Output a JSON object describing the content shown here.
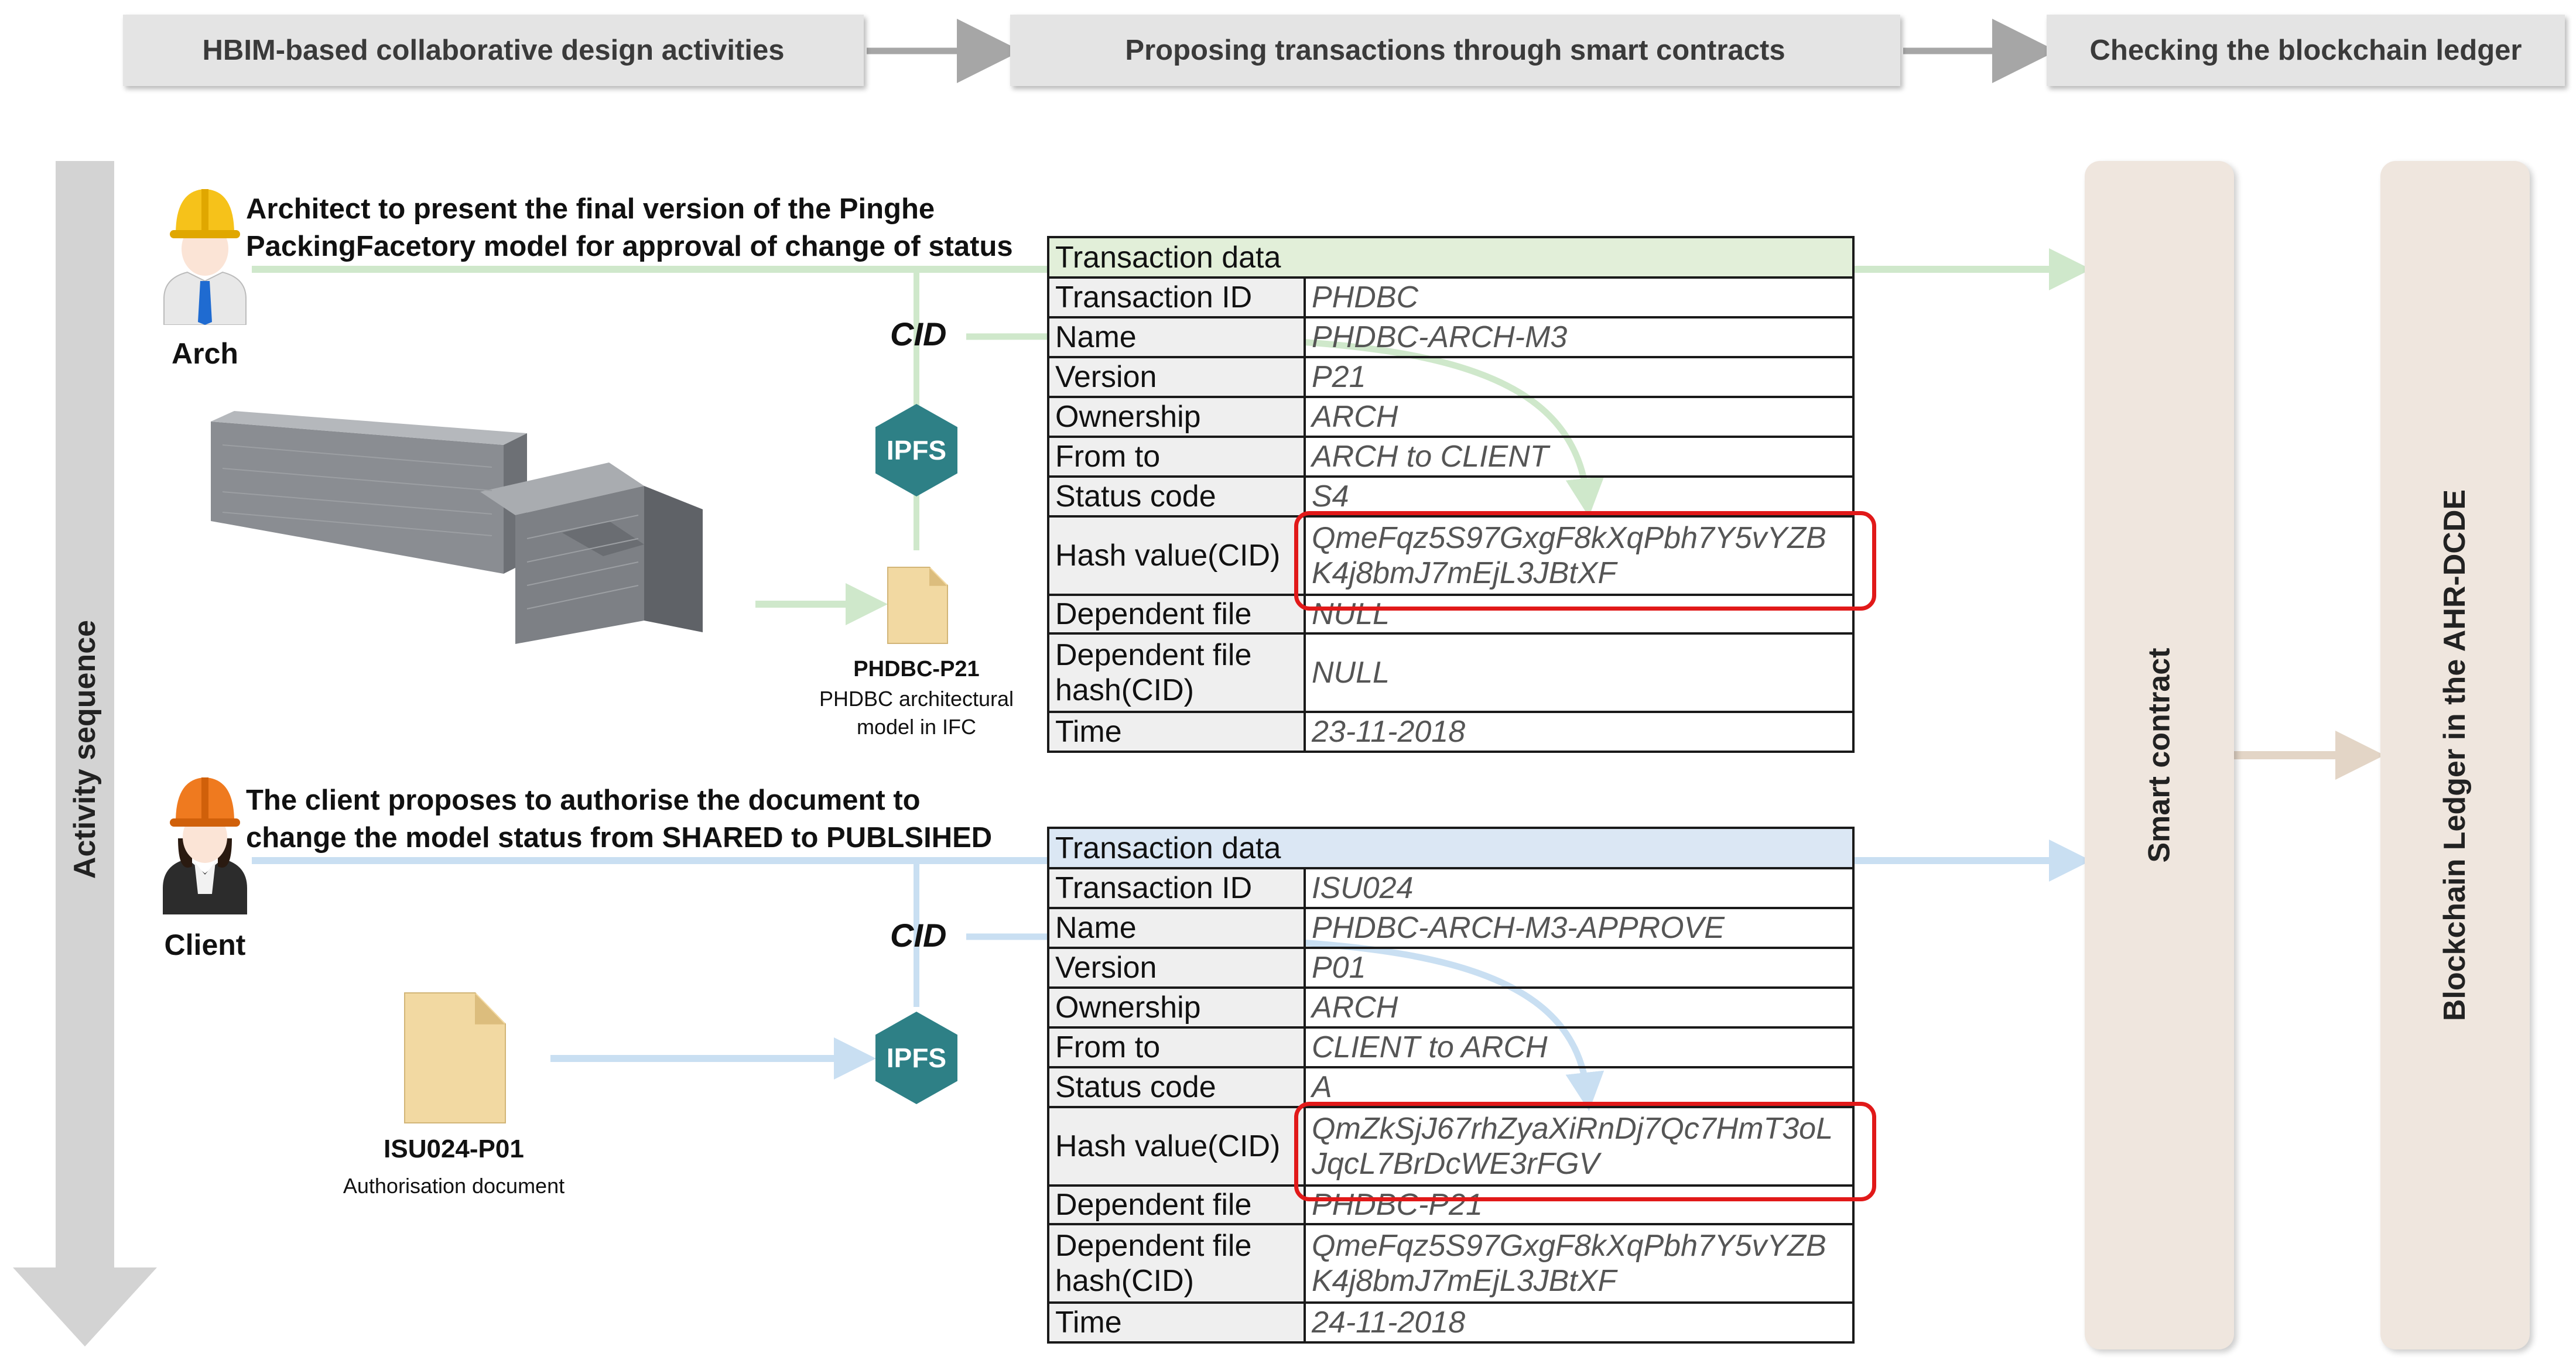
{
  "phases": [
    "HBIM-based collaborative design activities",
    "Proposing transactions through smart contracts",
    "Checking the blockchain ledger"
  ],
  "activity_sequence_label": "Activity sequence",
  "smart_contract_label": "Smart contract",
  "ledger_label": "Blockchain Ledger in the AHR-DCDE",
  "architect": {
    "name": "Arch",
    "note_line1": "Architect to present the final version of the Pinghe",
    "note_line2": "PackingFacetory model for approval of change of status",
    "cid_label": "CID",
    "ipfs_label": "IPFS",
    "file_title": "PHDBC-P21",
    "file_caption_line1": "PHDBC architectural",
    "file_caption_line2": "model in IFC"
  },
  "client": {
    "name": "Client",
    "note_line1": "The client proposes to authorise the document to",
    "note_line2": "change the model status from SHARED to PUBLSIHED",
    "cid_label": "CID",
    "ipfs_label": "IPFS",
    "file_title": "ISU024-P01",
    "file_caption": "Authorisation document"
  },
  "table1": {
    "header": "Transaction data",
    "rows": [
      {
        "key": "Transaction ID",
        "value": "PHDBC"
      },
      {
        "key": "Name",
        "value": "PHDBC-ARCH-M3"
      },
      {
        "key": "Version",
        "value": "P21"
      },
      {
        "key": "Ownership",
        "value": "ARCH"
      },
      {
        "key": "From to",
        "value": "ARCH to CLIENT"
      },
      {
        "key": "Status code",
        "value": "S4"
      },
      {
        "key": "Hash value(CID)",
        "value": "QmeFqz5S97GxgF8kXqPbh7Y5vYZBK4j8bmJ7mEjL3JBtXF"
      },
      {
        "key": "Dependent file",
        "value": "NULL"
      },
      {
        "key": "Dependent file hash(CID)",
        "value": "NULL"
      },
      {
        "key": "Time",
        "value": "23-11-2018"
      }
    ]
  },
  "table2": {
    "header": "Transaction data",
    "rows": [
      {
        "key": "Transaction ID",
        "value": "ISU024"
      },
      {
        "key": "Name",
        "value": "PHDBC-ARCH-M3-APPROVE"
      },
      {
        "key": "Version",
        "value": "P01"
      },
      {
        "key": "Ownership",
        "value": "ARCH"
      },
      {
        "key": "From to",
        "value": "CLIENT to ARCH"
      },
      {
        "key": "Status code",
        "value": "A"
      },
      {
        "key": "Hash value(CID)",
        "value": "QmZkSjJ67rhZyaXiRnDj7Qc7HmT3oLJqcL7BrDcWE3rFGV"
      },
      {
        "key": "Dependent file",
        "value": "PHDBC-P21"
      },
      {
        "key": "Dependent file hash(CID)",
        "value": "QmeFqz5S97GxgF8kXqPbh7Y5vYZBK4j8bmJ7mEjL3JBtXF"
      },
      {
        "key": "Time",
        "value": "24-11-2018"
      }
    ]
  },
  "colors": {
    "phase_bg": "#e4e4e4",
    "pillar_bg": "#efe6de",
    "green_arrow": "#cfe8cb",
    "blue_arrow": "#c9dff2",
    "ipfs": "#2e8086",
    "hash_highlight": "#e11919",
    "table1_header": "#e2efd9",
    "table2_header": "#dbe7f4"
  }
}
